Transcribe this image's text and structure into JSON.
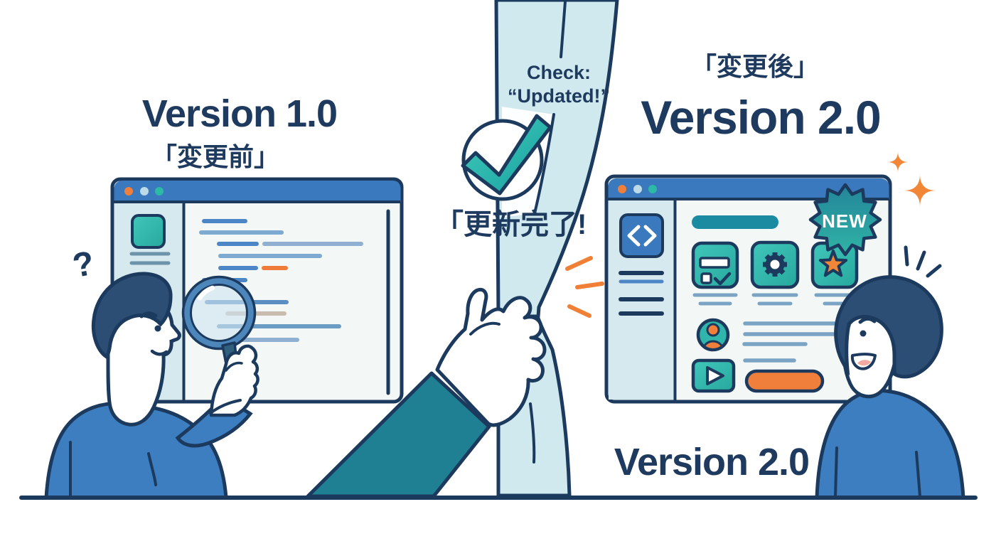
{
  "left_scene": {
    "title": "Version 1.0",
    "subtitle": "「変更前」",
    "question_mark": "?"
  },
  "divider": {
    "caption_line1": "Check:",
    "caption_line2": "“Updated!”",
    "status_text": "「更新完了!"
  },
  "right_scene": {
    "subtitle": "「変更後」",
    "title": "Version 2.0",
    "badge_label": "NEW",
    "bottom_caption": "Version 2.0"
  },
  "colors": {
    "outline_navy": "#1c3a5e",
    "title_text": "#1e3a5e",
    "window_chrome_blue": "#3a79bd",
    "window_bg": "#f3f8f6",
    "sidebar_bg": "#d6e9ef",
    "curtain": "#cfe9ee",
    "teal_accent": "#2cb9a6",
    "dark_teal_header": "#1b8ba1",
    "sleeve_teal": "#1f8094",
    "shirt_blue": "#3d7ec0",
    "hair_navy": "#2c4e74",
    "orange_accent": "#f07f3c",
    "code_line_blue": "#4c86c6",
    "code_line_light": "#7ea9d0",
    "gray_line": "#c9bcae",
    "dot_light_blue": "#bcdae7"
  }
}
